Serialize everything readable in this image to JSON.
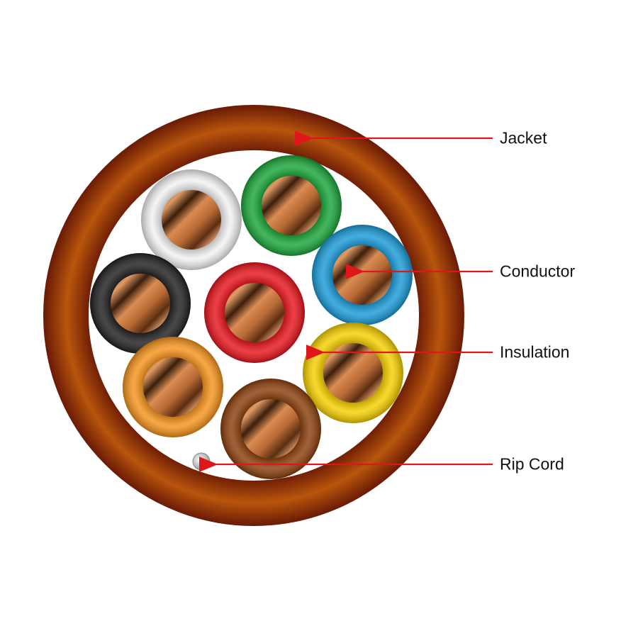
{
  "labels": {
    "jacket": "Jacket",
    "conductor": "Conductor",
    "insulation": "Insulation",
    "rip_cord": "Rip Cord"
  },
  "colors": {
    "jacket": "#a0480a",
    "arrow": "#e0161b",
    "white": "#f2f2f2",
    "green": "#1aa63a",
    "blue": "#1a9bd8",
    "black": "#1f1f1f",
    "red": "#e8141c",
    "yellow": "#f7d000",
    "orange": "#f7941d",
    "brown": "#8b3f0c"
  },
  "wires": [
    "white",
    "green",
    "blue",
    "black",
    "red",
    "yellow",
    "orange",
    "brown"
  ]
}
